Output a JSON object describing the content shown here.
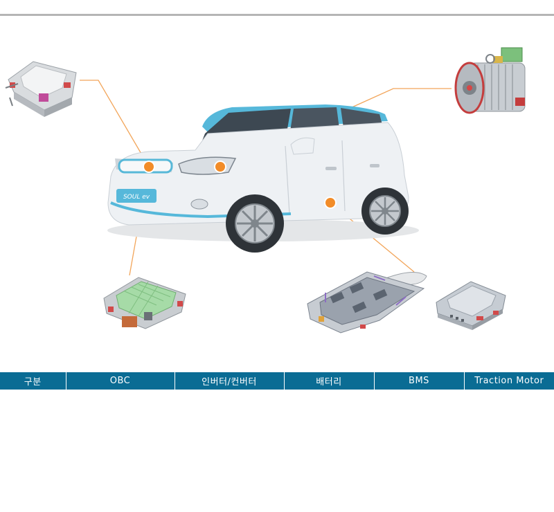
{
  "table": {
    "headers": [
      "구분",
      "OBC",
      "인버터/컨버터",
      "배터리",
      "BMS",
      "Traction Motor"
    ]
  },
  "vehicle": {
    "badge": "SOUL ev"
  },
  "colors": {
    "accent": "#f28c28",
    "header_bg": "#0a6c94",
    "car_body": "#eef1f4",
    "car_trim": "#4fb6d8",
    "board_green": "#9fd9a0"
  },
  "icons": {
    "obc": "obc-module-icon",
    "inverter": "inverter-converter-icon",
    "battery": "battery-pack-icon",
    "bms": "bms-module-icon",
    "motor": "traction-motor-icon"
  }
}
